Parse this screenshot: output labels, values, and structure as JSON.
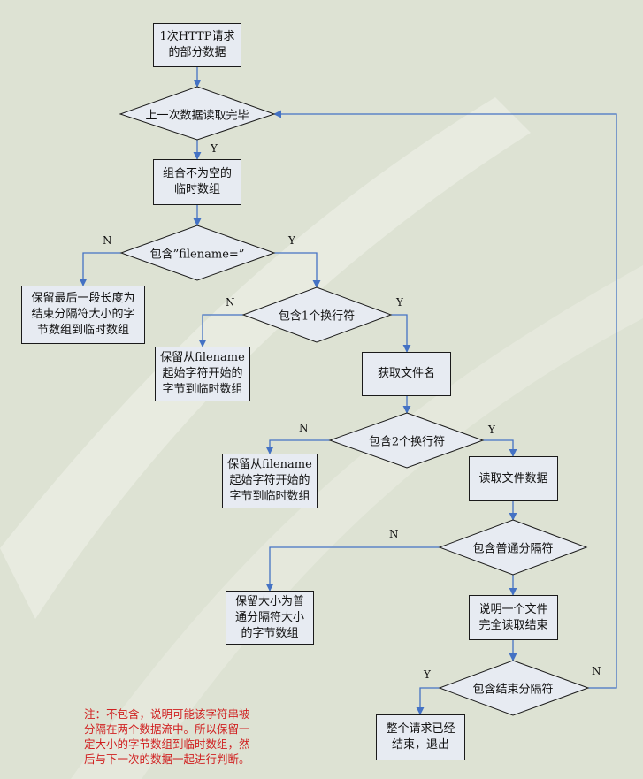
{
  "nodes": {
    "start": "1次HTTP请求\n的部分数据",
    "d_read_done": "上一次数据读取完毕",
    "combine": "组合不为空的\n临时数组",
    "d_has_filename": "包含”filename=”",
    "keep_last": "保留最后一段长度为\n结束分隔符大小的字\n节数组到临时数组",
    "d_one_newline": "包含1个换行符",
    "keep_from_filename_1": "保留从filename\n起始字符开始的\n字节到临时数组",
    "get_filename": "获取文件名",
    "d_two_newlines": "包含2个换行符",
    "keep_from_filename_2": "保留从filename\n起始字符开始的\n字节到临时数组",
    "read_file": "读取文件数据",
    "d_normal_sep": "包含普通分隔符",
    "keep_normal_sep": "保留大小为普\n通分隔符大小\n的字节数组",
    "file_done": "说明一个文件\n完全读取结束",
    "d_end_sep": "包含结束分隔符",
    "finish": "整个请求已经\n结束，退出"
  },
  "branch_labels": {
    "yes": "Y",
    "no": "N"
  },
  "note": "注：不包含，说明可能该字符串被\n分隔在两个数据流中。所以保留一\n定大小的字节数组到临时数组，然\n后与下一次的数据一起进行判断。",
  "colors": {
    "line": "#4472c4",
    "node_fill": "#e7ebf2",
    "note_text": "#d02020",
    "background": "#dde2d3"
  }
}
